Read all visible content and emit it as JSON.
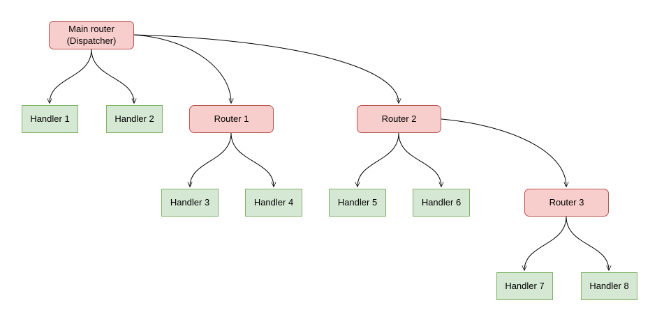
{
  "diagram": {
    "nodes": {
      "main": {
        "label": "Main router\n(Dispatcher)",
        "type": "router"
      },
      "handler1": {
        "label": "Handler 1",
        "type": "handler"
      },
      "handler2": {
        "label": "Handler 2",
        "type": "handler"
      },
      "router1": {
        "label": "Router 1",
        "type": "router"
      },
      "router2": {
        "label": "Router 2",
        "type": "router"
      },
      "handler3": {
        "label": "Handler 3",
        "type": "handler"
      },
      "handler4": {
        "label": "Handler 4",
        "type": "handler"
      },
      "handler5": {
        "label": "Handler 5",
        "type": "handler"
      },
      "handler6": {
        "label": "Handler 6",
        "type": "handler"
      },
      "router3": {
        "label": "Router 3",
        "type": "router"
      },
      "handler7": {
        "label": "Handler 7",
        "type": "handler"
      },
      "handler8": {
        "label": "Handler 8",
        "type": "handler"
      }
    },
    "edges": [
      {
        "from": "main",
        "to": "handler1"
      },
      {
        "from": "main",
        "to": "handler2"
      },
      {
        "from": "main",
        "to": "router1"
      },
      {
        "from": "main",
        "to": "router2"
      },
      {
        "from": "router1",
        "to": "handler3"
      },
      {
        "from": "router1",
        "to": "handler4"
      },
      {
        "from": "router2",
        "to": "handler5"
      },
      {
        "from": "router2",
        "to": "handler6"
      },
      {
        "from": "router2",
        "to": "router3"
      },
      {
        "from": "router3",
        "to": "handler7"
      },
      {
        "from": "router3",
        "to": "handler8"
      }
    ]
  },
  "colors": {
    "router_fill": "#F8CECC",
    "router_border": "#B85450",
    "handler_fill": "#D5E8D4",
    "handler_border": "#82B366",
    "edge": "#000000",
    "background": "#FFFFFF"
  }
}
